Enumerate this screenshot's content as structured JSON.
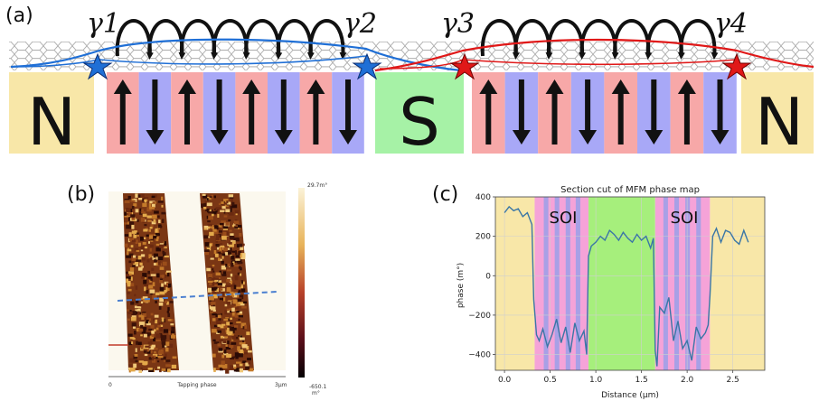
{
  "panel_a": {
    "label": "(a)",
    "gammas": [
      "γ1",
      "γ2",
      "γ3",
      "γ4"
    ],
    "blocks": [
      "N",
      "S",
      "N"
    ],
    "colors": {
      "n_block": "#f8e7a8",
      "s_block": "#a6f2a6",
      "domain_up": "#f7a8a8",
      "domain_down": "#a8a8f7",
      "left_wave": "#1f6fd6",
      "right_wave": "#e01818",
      "left_star": "#1f6fd6",
      "right_star": "#e01818"
    }
  },
  "panel_b": {
    "label": "(b)",
    "x_start": "0",
    "x_end": "3μm",
    "x_label": "Tapping phase",
    "colorbar_max": "29.7m°",
    "colorbar_min": "-650.1",
    "colorbar_unit": "m°"
  },
  "panel_c": {
    "label": "(c)",
    "soi_labels": [
      "SOI",
      "SOI"
    ]
  },
  "chart_data": {
    "type": "line",
    "title": "Section cut of MFM phase map",
    "xlabel": "Distance (μm)",
    "ylabel": "phase (m°)",
    "xlim": [
      -0.1,
      2.85
    ],
    "ylim": [
      -480,
      400
    ],
    "xticks": [
      "0.0",
      "0.5",
      "1.0",
      "1.5",
      "2.0",
      "2.5"
    ],
    "yticks": [
      "400",
      "200",
      "0",
      "−200",
      "−400"
    ],
    "grid": true,
    "x": [
      0.0,
      0.05,
      0.1,
      0.15,
      0.2,
      0.25,
      0.3,
      0.32,
      0.35,
      0.38,
      0.42,
      0.47,
      0.52,
      0.57,
      0.62,
      0.67,
      0.72,
      0.77,
      0.82,
      0.87,
      0.9,
      0.92,
      0.95,
      1.0,
      1.05,
      1.1,
      1.15,
      1.2,
      1.25,
      1.3,
      1.35,
      1.4,
      1.45,
      1.5,
      1.55,
      1.6,
      1.63,
      1.65,
      1.67,
      1.7,
      1.75,
      1.8,
      1.85,
      1.9,
      1.95,
      2.0,
      2.05,
      2.1,
      2.15,
      2.2,
      2.23,
      2.25,
      2.28,
      2.32,
      2.37,
      2.42,
      2.47,
      2.52,
      2.57,
      2.62,
      2.67
    ],
    "y": [
      320,
      350,
      330,
      340,
      300,
      320,
      260,
      -120,
      -300,
      -330,
      -270,
      -360,
      -300,
      -220,
      -340,
      -260,
      -390,
      -240,
      -330,
      -280,
      -400,
      100,
      150,
      170,
      200,
      180,
      230,
      210,
      180,
      220,
      190,
      170,
      210,
      180,
      200,
      140,
      190,
      -380,
      -460,
      -160,
      -190,
      -110,
      -330,
      -230,
      -370,
      -330,
      -430,
      -260,
      -320,
      -290,
      -250,
      -100,
      200,
      240,
      170,
      230,
      220,
      180,
      160,
      230,
      170
    ],
    "region_colors": {
      "normal": "#f8e7a8",
      "soi_outer": "#f5a3d8",
      "soi_stripe": "#a8a0e6",
      "super": "#a6ef7c",
      "line": "#3a76a6"
    }
  }
}
